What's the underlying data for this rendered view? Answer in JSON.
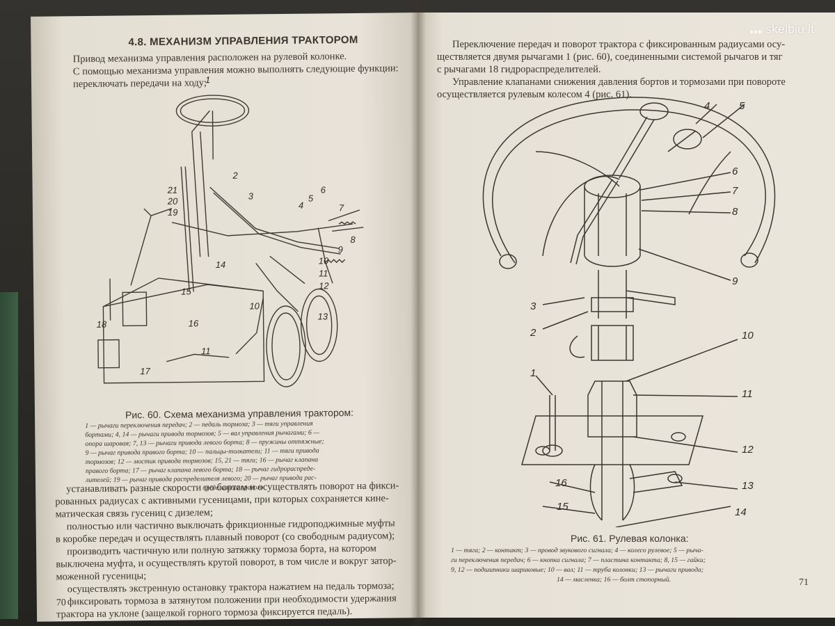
{
  "watermark": {
    "text": "skelbiu.lt"
  },
  "left_page": {
    "section_title": "4.8. МЕХАНИЗМ УПРАВЛЕНИЯ ТРАКТОРОМ",
    "intro_lines": [
      "Привод механизма управления расположен на рулевой колонке.",
      "С помощью механизма управления можно выполнять следующие функции:",
      "переключать передачи на ходу;"
    ],
    "figure_labels": [
      "1",
      "2",
      "3",
      "4",
      "5",
      "6",
      "7",
      "8",
      "9",
      "10",
      "11",
      "12",
      "13",
      "14",
      "15",
      "16",
      "17",
      "18",
      "19",
      "20",
      "21",
      "10",
      "11"
    ],
    "caption": "Рис. 60. Схема механизма управления трактором:",
    "legend_lines": [
      "1 — рычаги переключения передач; 2 — педаль тормоза; 3 — тяги управления",
      "бортами; 4, 14 — рычаги привода тормозов; 5 — вал управления рычагами; 6 —",
      "опора шаровая; 7, 13 — рычаги привода левого борта; 8 — пружины оттяжные;",
      "9 — рычаг привода правого борта; 10 — пальцы-толкатели; 11 — тяги привода",
      "тормозов; 12 — мостик привода тормозов; 15, 21 — тяги; 16 — рычаг клапана",
      "правого борта; 17 — рычаг клапана левого борта; 18 — рычаг гидрораспреде-",
      "лителей; 19 — рычаг привода распределителя левого; 20 — рычаг привода рас-",
      "пределителя правого."
    ],
    "body_lines": [
      "устанавливать разные скорости по бортам и осуществлять поворот на фикси-",
      "рованных радиусах с активными гусеницами, при которых сохраняется кине-",
      "матическая связь гусениц с дизелем;",
      "полностью или частично выключать фрикционные гидроподжимные муфты",
      "в коробке передач и осуществлять плавный поворот (со свободным радиусом);",
      "производить частичную или полную затяжку тормоза борта, на котором",
      "выключена муфта, и осуществлять крутой поворот, в том числе и вокруг затор-",
      "моженной гусеницы;",
      "осуществлять экстренную остановку трактора нажатием на педаль тормоза;",
      "фиксировать тормоза в затянутом положении при необходимости удержания",
      "трактора на уклоне (защелкой горного тормоза фиксируется педаль)."
    ],
    "page_number": "70"
  },
  "right_page": {
    "intro_lines": [
      "Переключение передач и поворот трактора с фиксированным радиусами осу-",
      "ществляется двумя рычагами 1 (рис. 60), соединенными системой рычагов и тяг",
      "с рычагами 18 гидрораспределителей.",
      "Управление клапанами снижения давления бортов и тормозами при повороте",
      "осуществляется рулевым колесом 4 (рис. 61)."
    ],
    "figure_labels": [
      "4",
      "5",
      "6",
      "7",
      "8",
      "9",
      "3",
      "2",
      "10",
      "1",
      "11",
      "12",
      "16",
      "13",
      "15",
      "14"
    ],
    "caption": "Рис. 61. Рулевая колонка:",
    "legend_lines": [
      "1 — тяга; 2 — контакт; 3 — провод звукового сигнала; 4 — колесо рулевое; 5 — рычa-",
      "ги переключения передач; 6 — кнопка сигнала; 7 — пластина контакта; 8, 15 — гайки;",
      "9, 12 — подшипники шариковые; 10 — вал; 11 — труба колонки; 13 — рычаги привода;",
      "14 — масленка; 16 — болт стопорный."
    ],
    "page_number": "71"
  }
}
